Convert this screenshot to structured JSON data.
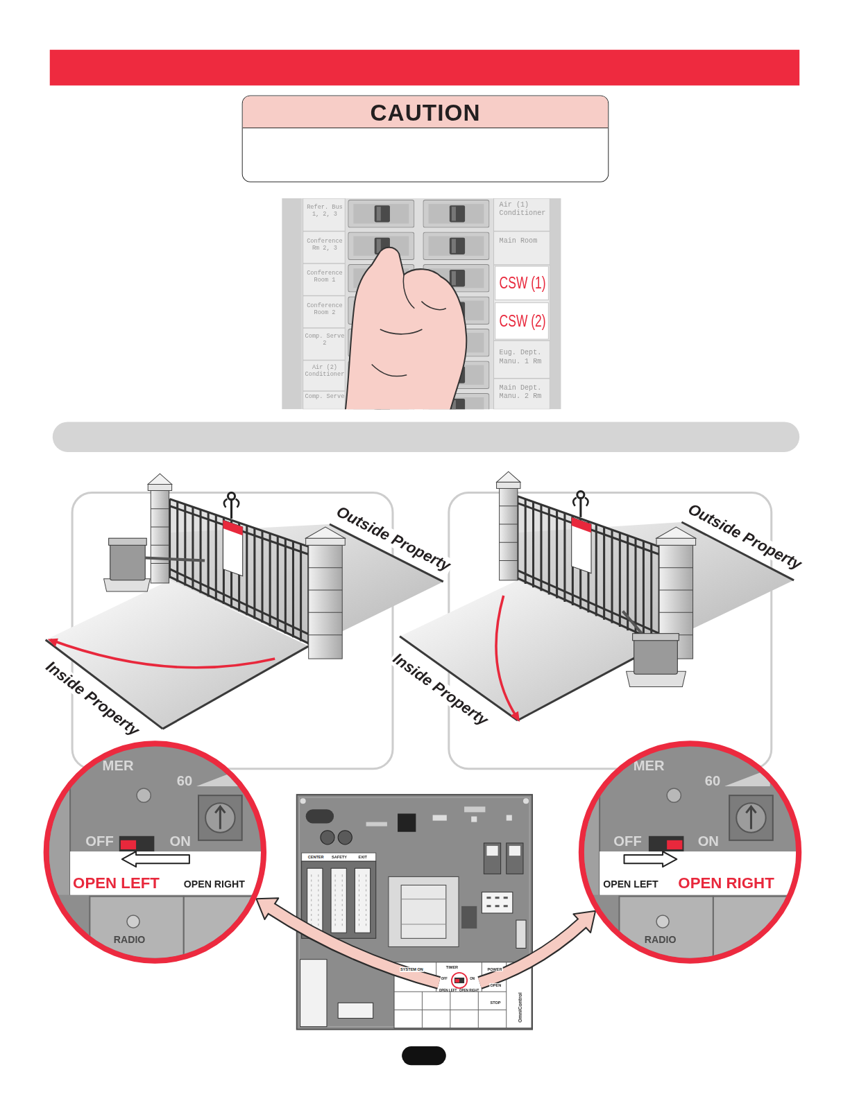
{
  "diagram": {
    "nodes": [
      {
        "text": [
          "CAUTION"
        ]
      },
      {
        "text": [
          "MER",
          "60",
          "OFF",
          "ON",
          "OPEN LEFT",
          "OPEN RIGHT",
          "RADIO"
        ]
      },
      {
        "text": [
          "CENTER",
          "SAFETY",
          "EXIT",
          "SYSTEM ON",
          "TIMER",
          "POWER",
          "OPEN",
          "STOP",
          "OmniControl"
        ]
      },
      {
        "text": [
          "OFF",
          "ON",
          "OPEN LEFT",
          "OPEN RIGHT"
        ],
        "in": 2
      },
      {
        "text": [
          "MER",
          "60",
          "OFF",
          "ON",
          "OPEN LEFT",
          "OPEN RIGHT",
          "RADIO"
        ]
      }
    ],
    "edges": [
      {
        "from": 3,
        "to": 1,
        "arrow": "to"
      },
      {
        "from": 3,
        "to": 4,
        "arrow": "to"
      }
    ],
    "labels": [
      "Refer. Bus 1, 2, 3",
      "Conference Rm 2, 3",
      "Conference Room 1",
      "Conference Room 2",
      "Comp. Serve 2",
      "Air (2) Conditioner",
      "Comp. Serve",
      "Air (1) Conditioner",
      "Main Room",
      "CSW (1)",
      "CSW (2)",
      "Eug. Dept. Manu. 1 Rm",
      "Main Dept. Manu. 2 Rm",
      "Outside Property",
      "Inside Property",
      "Outside Property",
      "Inside Property"
    ]
  }
}
